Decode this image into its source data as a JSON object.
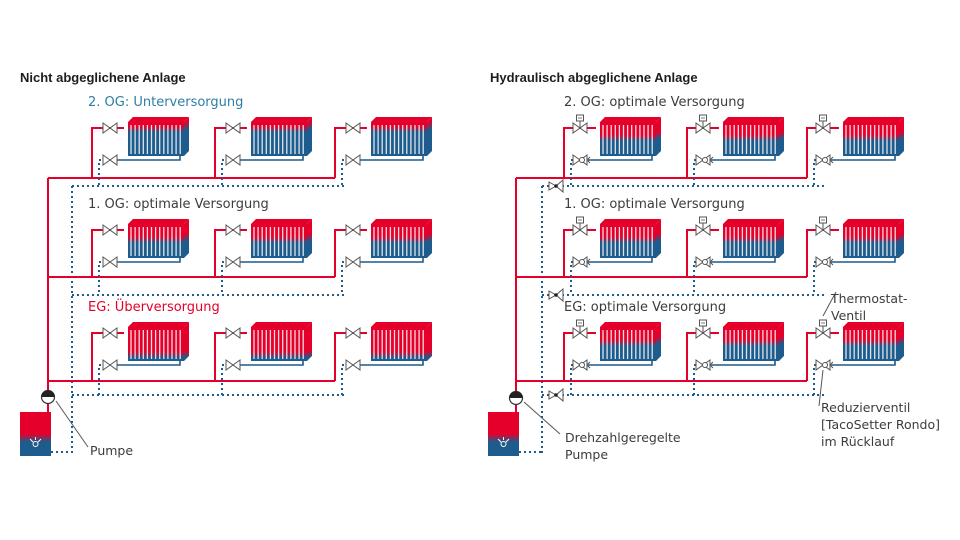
{
  "colors": {
    "hot": "#e4002b",
    "cold": "#1d5c8c",
    "text": "#3c3c3b",
    "under_supply": "#2e7da6",
    "over_supply": "#e4002b",
    "optimal": "#3c3c3b"
  },
  "left": {
    "title": "Nicht abgeglichene Anlage",
    "floors": [
      {
        "label": "2. OG: Unterversorgung",
        "status": "under",
        "hot_fraction": 0.25
      },
      {
        "label": "1. OG: optimale Versorgung",
        "status": "optimal",
        "hot_fraction": 0.5
      },
      {
        "label": "EG: Überversorgung",
        "status": "over",
        "hot_fraction": 0.85
      }
    ],
    "radiators_per_floor": 3,
    "annotations": {
      "pump": "Pumpe"
    }
  },
  "right": {
    "title": "Hydraulisch abgeglichene Anlage",
    "floors": [
      {
        "label": "2. OG: optimale Versorgung",
        "status": "optimal",
        "hot_fraction": 0.5
      },
      {
        "label": "1. OG: optimale Versorgung",
        "status": "optimal",
        "hot_fraction": 0.5
      },
      {
        "label": "EG: optimale Versorgung",
        "status": "optimal",
        "hot_fraction": 0.5
      }
    ],
    "radiators_per_floor": 3,
    "annotations": {
      "pump_line1": "Drehzahlgeregelte",
      "pump_line2": "Pumpe",
      "thermostat_line1": "Thermostat-",
      "thermostat_line2": "Ventil",
      "reducer_line1": "Reduzierventil",
      "reducer_line2": "[TacoSetter Rondo]",
      "reducer_line3": "im Rücklauf"
    }
  }
}
